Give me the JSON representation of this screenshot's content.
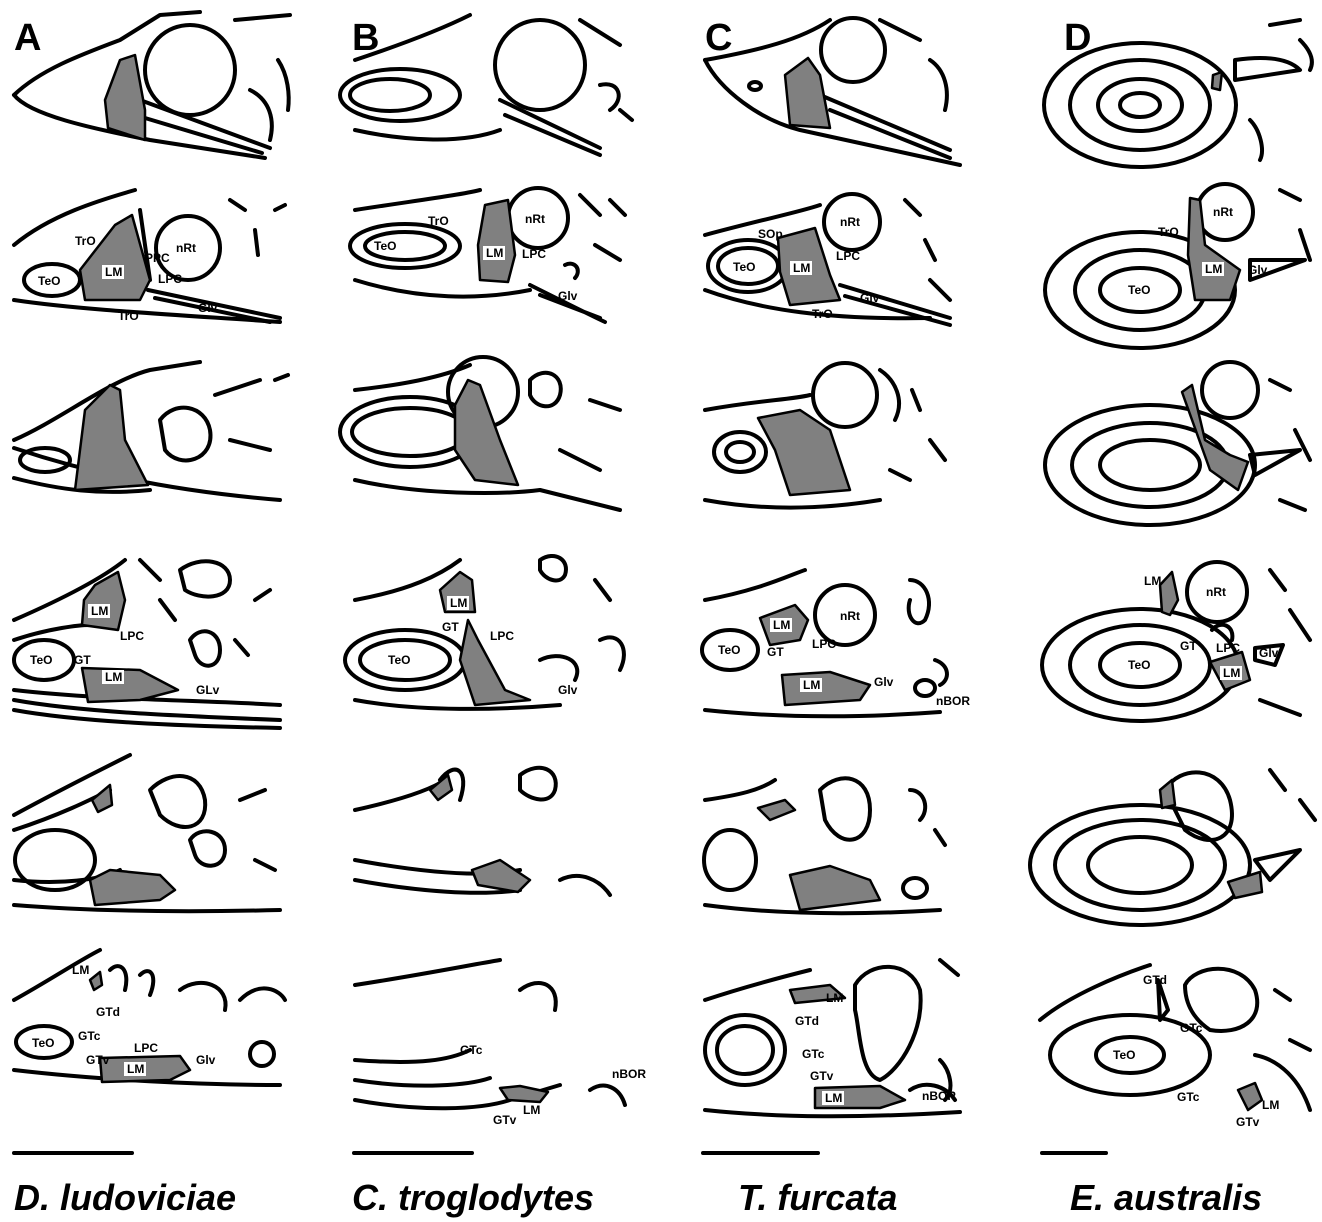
{
  "columns": [
    {
      "letter": "A",
      "species": "D. ludoviciae"
    },
    {
      "letter": "B",
      "species": "C. troglodytes"
    },
    {
      "letter": "C",
      "species": "T. furcata"
    },
    {
      "letter": "D",
      "species": "E. australis"
    }
  ],
  "labels": {
    "A": {
      "r2": [
        "TrO",
        "nRt",
        "PPC",
        "TeO",
        "LM",
        "LPC",
        "TrO",
        "Glv"
      ],
      "r4": [
        "LM",
        "LPC",
        "TeO",
        "GT",
        "LM",
        "GLv"
      ],
      "r6": [
        "LM",
        "GTd",
        "GTc",
        "TeO",
        "GTv",
        "LPC",
        "LM",
        "Glv"
      ]
    },
    "B": {
      "r2": [
        "TrO",
        "nRt",
        "TeO",
        "LM",
        "LPC",
        "Glv"
      ],
      "r4": [
        "LM",
        "GT",
        "LPC",
        "TeO",
        "Glv"
      ],
      "r6": [
        "GTc",
        "nBOR",
        "GTv",
        "LM"
      ]
    },
    "C": {
      "r2": [
        "nRt",
        "SOp",
        "LPC",
        "TeO",
        "LM",
        "Glv",
        "TrO"
      ],
      "r4": [
        "nRt",
        "LM",
        "TeO",
        "GT",
        "LPC",
        "LM",
        "Glv",
        "nBOR"
      ],
      "r6": [
        "LM",
        "GTd",
        "GTc",
        "GTv",
        "LM",
        "nBOR"
      ]
    },
    "D": {
      "r2": [
        "nRt",
        "TrO",
        "TeO",
        "LM",
        "Glv"
      ],
      "r4": [
        "LM",
        "nRt",
        "GT",
        "TeO",
        "LPC",
        "Glv",
        "LM"
      ],
      "r6": [
        "GTd",
        "GTc",
        "TeO",
        "GTc",
        "LM",
        "GTv"
      ]
    }
  },
  "colors": {
    "shaded": "#808080",
    "line": "#000000",
    "background": "#ffffff"
  },
  "scale_bar_count": 4
}
